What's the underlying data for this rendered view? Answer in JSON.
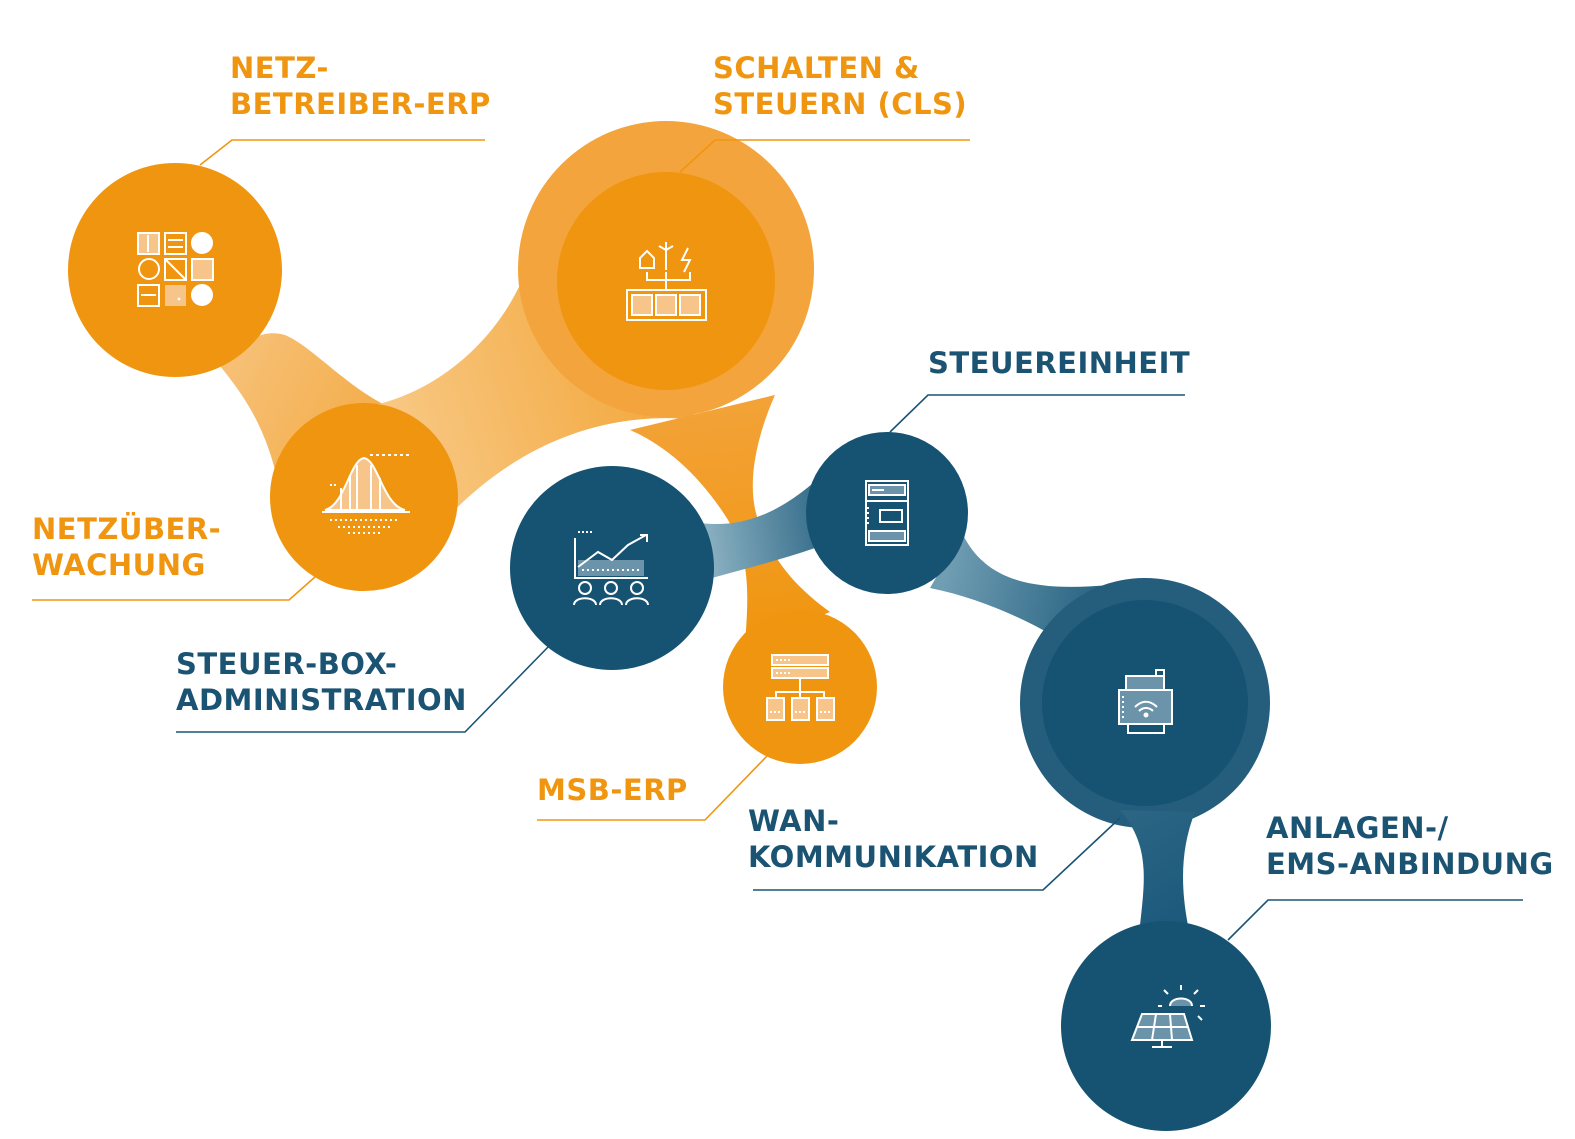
{
  "colors": {
    "orange": "#f0950f",
    "orange_light": "#f7c27a",
    "blue": "#165373",
    "blue_light": "#6b9bb0",
    "icon_stroke": "#ffffff"
  },
  "nodes": {
    "netzbetreiber_erp": {
      "label_lines": [
        "NETZ-",
        "BETREIBER-ERP"
      ],
      "icon": "erp-grid-icon",
      "color": "orange"
    },
    "schalten_steuern": {
      "label_lines": [
        "SCHALTEN &",
        "STEUERN (CLS)"
      ],
      "icon": "energy-control-icon",
      "color": "orange"
    },
    "netzueberwachung": {
      "label_lines": [
        "NETZÜBER-",
        "WACHUNG"
      ],
      "icon": "distribution-curve-icon",
      "color": "orange"
    },
    "steuereinheit": {
      "label_lines": [
        "STEUEREINHEIT"
      ],
      "icon": "control-unit-icon",
      "color": "blue"
    },
    "steuerbox_admin": {
      "label_lines": [
        "STEUER-BOX-",
        "ADMINISTRATION"
      ],
      "icon": "presentation-chart-icon",
      "color": "blue"
    },
    "msb_erp": {
      "label_lines": [
        "MSB-ERP"
      ],
      "icon": "server-files-icon",
      "color": "orange"
    },
    "wan_kommunikation": {
      "label_lines": [
        "WAN-",
        "KOMMUNIKATION"
      ],
      "icon": "wifi-router-icon",
      "color": "blue"
    },
    "anlagen_ems": {
      "label_lines": [
        "ANLAGEN-/",
        "EMS-ANBINDUNG"
      ],
      "icon": "solar-panel-icon",
      "color": "blue"
    }
  }
}
